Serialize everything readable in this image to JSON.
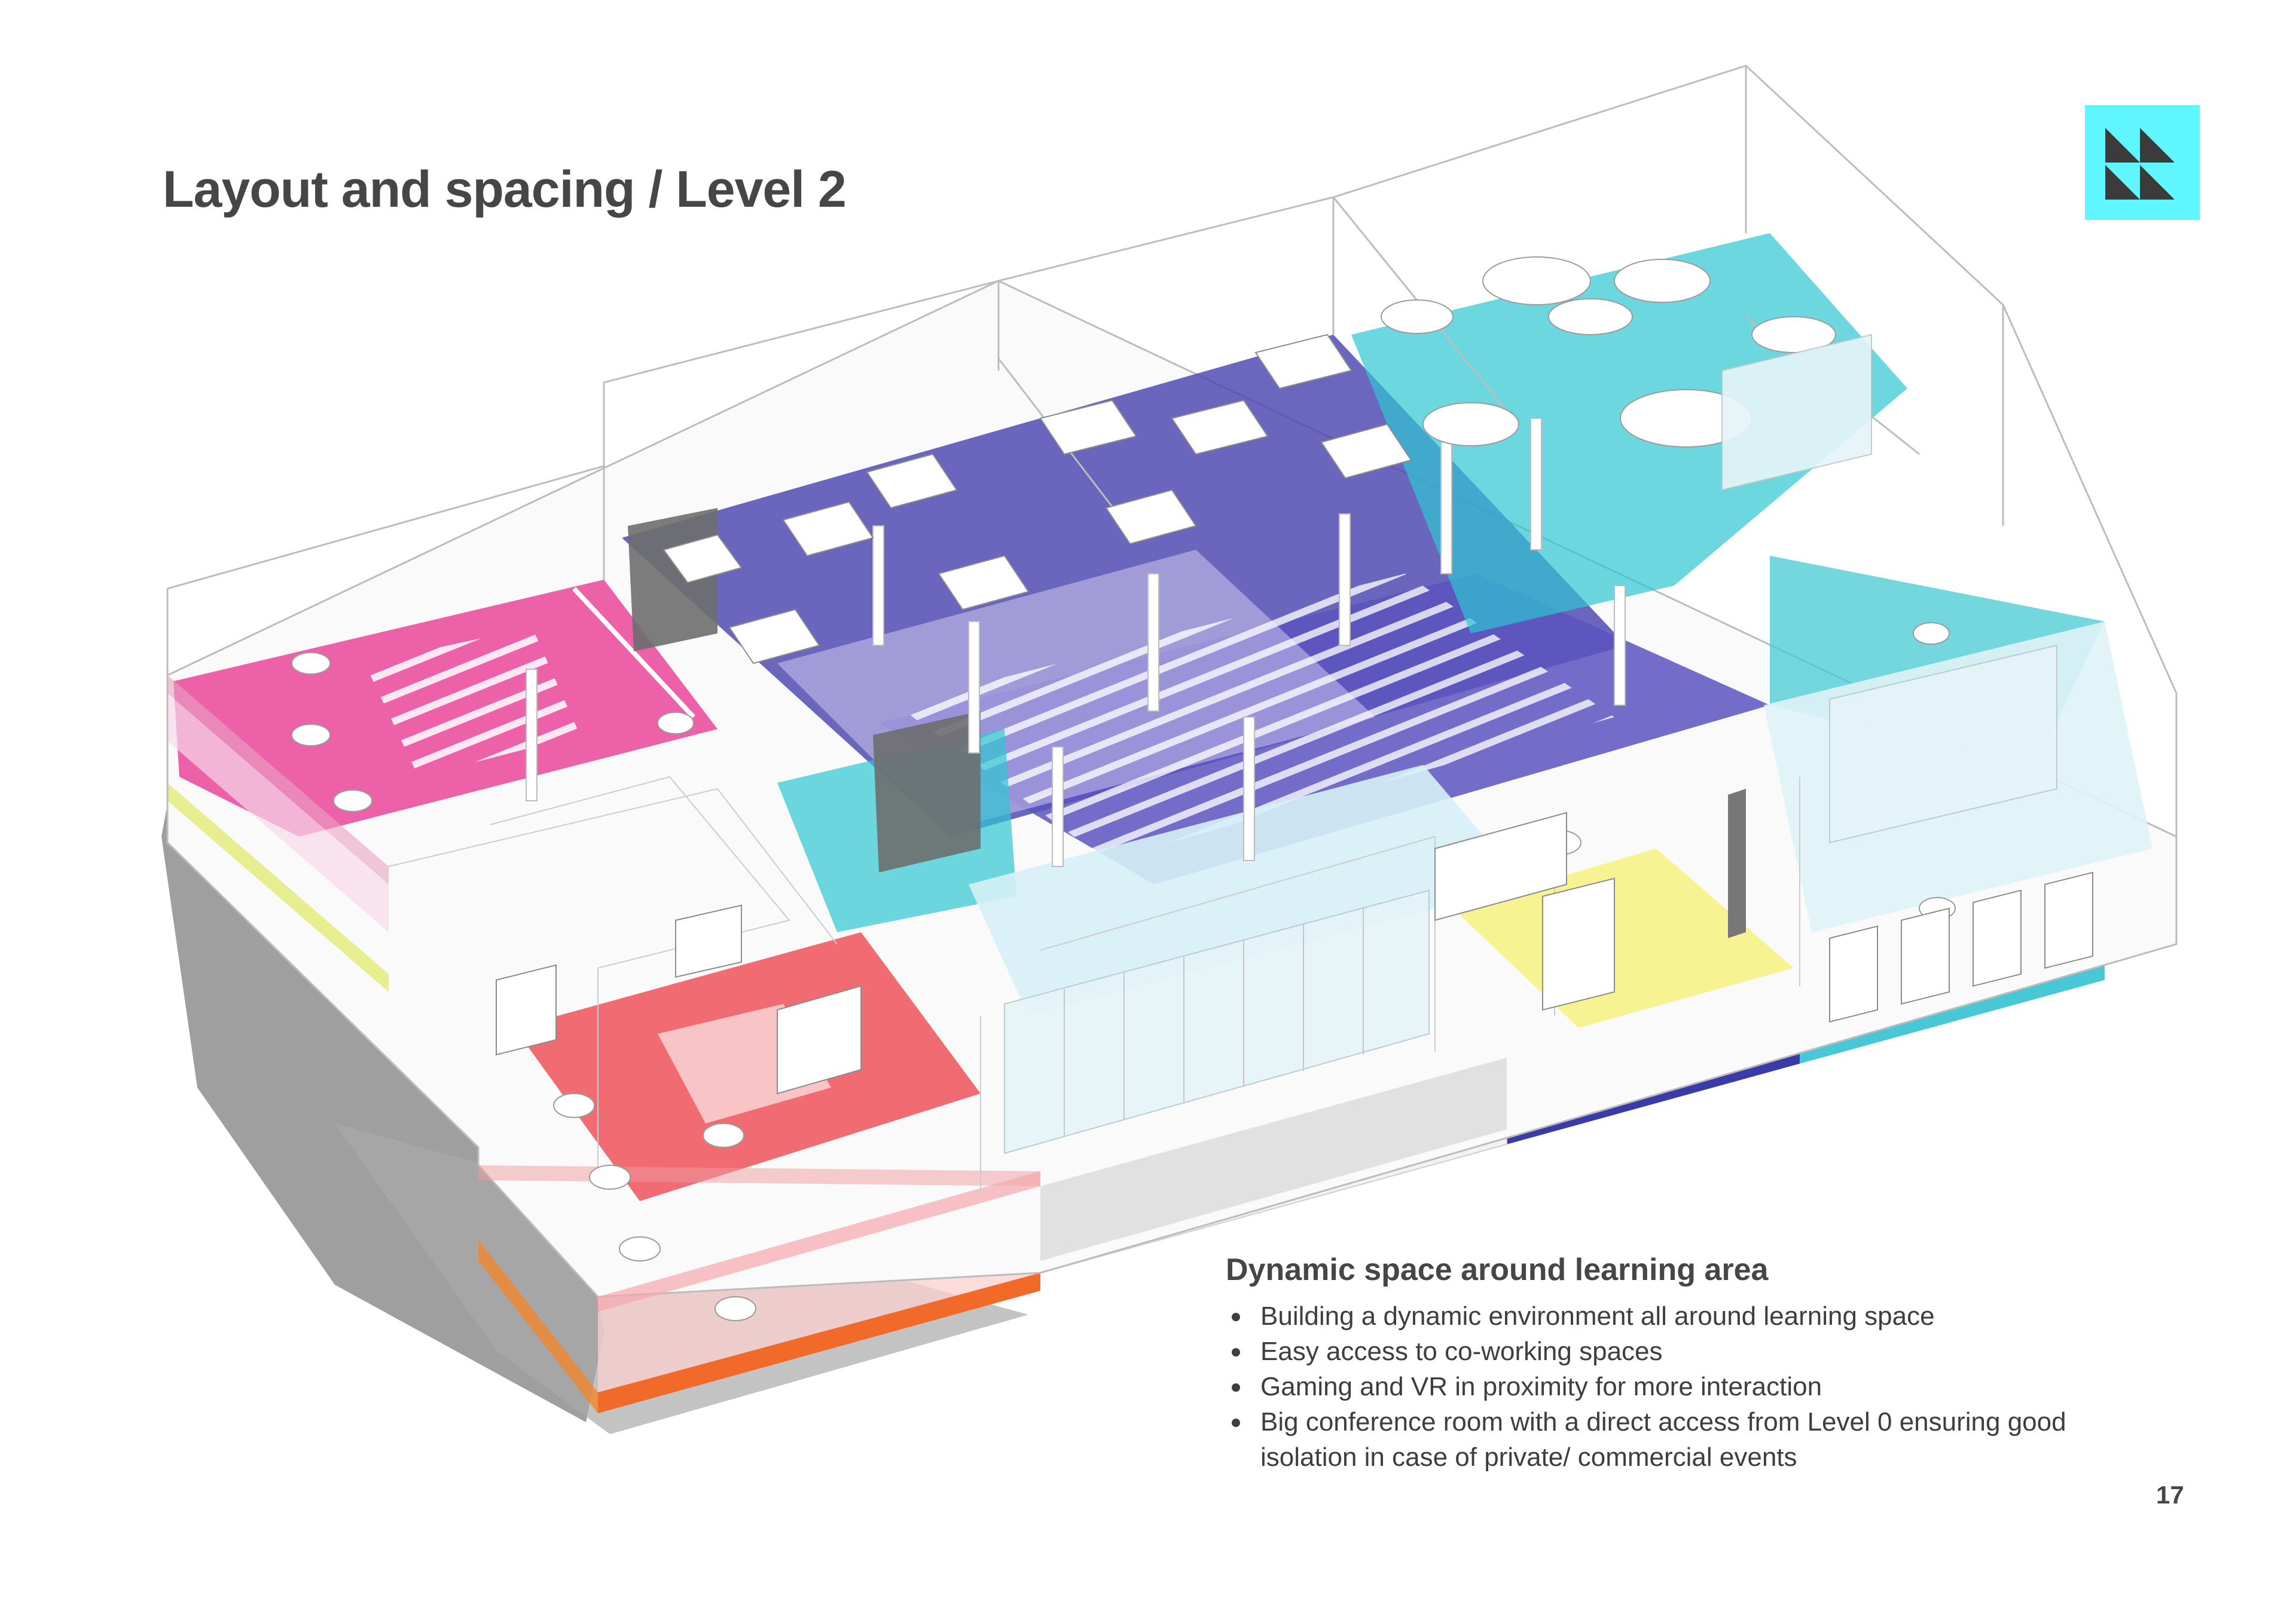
{
  "page": {
    "title": "Layout and spacing / Level 2",
    "number": "17"
  },
  "logo": {
    "icon": "brand-logo-icon",
    "background": "#5ff6ff",
    "mark_color": "#3b3b3b"
  },
  "diagram": {
    "description_icon": "axonometric-floor-plan",
    "zone_colors": {
      "conference": "#e94b9c",
      "study": "#4c45b0",
      "coworking": "#2fc6d2",
      "cafe": "#ef5b63",
      "gaming_vr": "#f5ec3c",
      "level0_orange": "#f26a2a",
      "level0_yellow": "#f2e61a",
      "level0_blue": "#3a3aa8",
      "level0_cyan": "#48c8d6"
    }
  },
  "content": {
    "heading": "Dynamic space around learning area",
    "bullets": [
      "Building a dynamic environment all around learning space",
      "Easy access to co-working spaces",
      "Gaming and VR in proximity for more interaction",
      "Big conference room with a direct access from Level 0 ensuring good isolation in case of private/ commercial events"
    ]
  }
}
